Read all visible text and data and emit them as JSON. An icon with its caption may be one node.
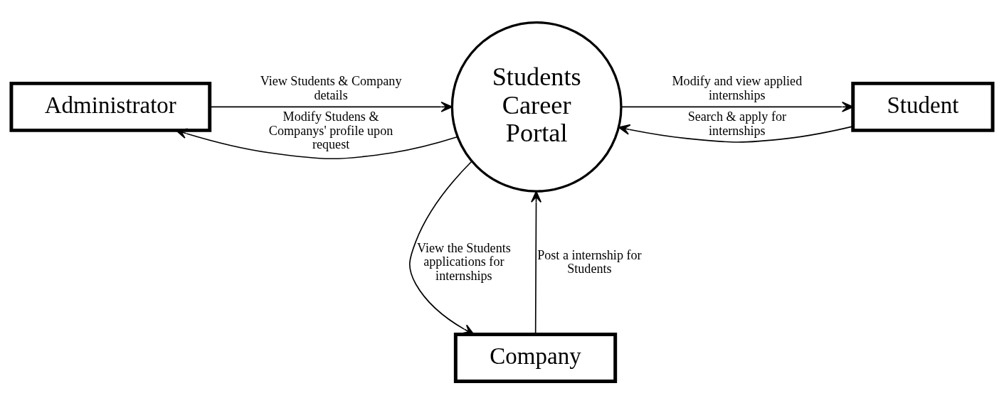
{
  "diagram": {
    "nodes": [
      {
        "text": [
          "Administrator"
        ]
      },
      {
        "text": [
          "Students Career Portal"
        ]
      },
      {
        "text": [
          "Student"
        ]
      },
      {
        "text": [
          "Company"
        ]
      }
    ],
    "edges": [
      {
        "from": 0,
        "to": 1,
        "arrow": "to",
        "label": "View Students & Company details"
      },
      {
        "from": 1,
        "to": 0,
        "arrow": "to",
        "label": "Modify Studens & Companys' profile upon request"
      },
      {
        "from": 1,
        "to": 2,
        "arrow": "to",
        "label": "Modify and view applied internships"
      },
      {
        "from": 2,
        "to": 1,
        "arrow": "to",
        "label": "Search & apply for internships"
      },
      {
        "from": 3,
        "to": 1,
        "arrow": "to",
        "label": "Post a internship for Students"
      },
      {
        "from": 1,
        "to": 3,
        "arrow": "to",
        "label": "View the Students applications for internships"
      }
    ]
  }
}
